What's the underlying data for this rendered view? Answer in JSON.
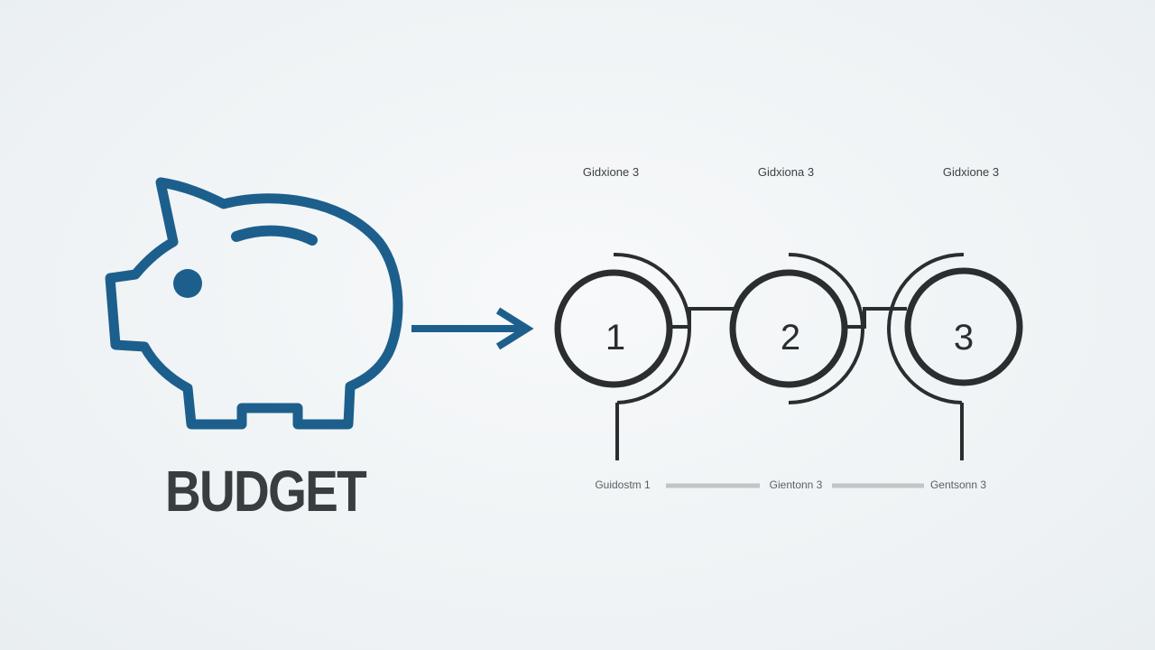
{
  "budget": {
    "label": "BUDGET",
    "icon": "piggy-bank-icon",
    "color": "#1d5f8c"
  },
  "arrow": {
    "icon": "arrow-right-icon",
    "color": "#1d5f8c"
  },
  "steps": [
    {
      "number": "1",
      "top_label": "Gidxione 3",
      "bottom_label": "Guidostm 1"
    },
    {
      "number": "2",
      "top_label": "Gidxiona 3",
      "bottom_label": "Gientonn 3"
    },
    {
      "number": "3",
      "top_label": "Gidxione 3",
      "bottom_label": "Gentsonn 3"
    }
  ],
  "colors": {
    "ring": "#2b2e30",
    "connector": "#c2c5c7",
    "text": "#3a3d3f"
  }
}
